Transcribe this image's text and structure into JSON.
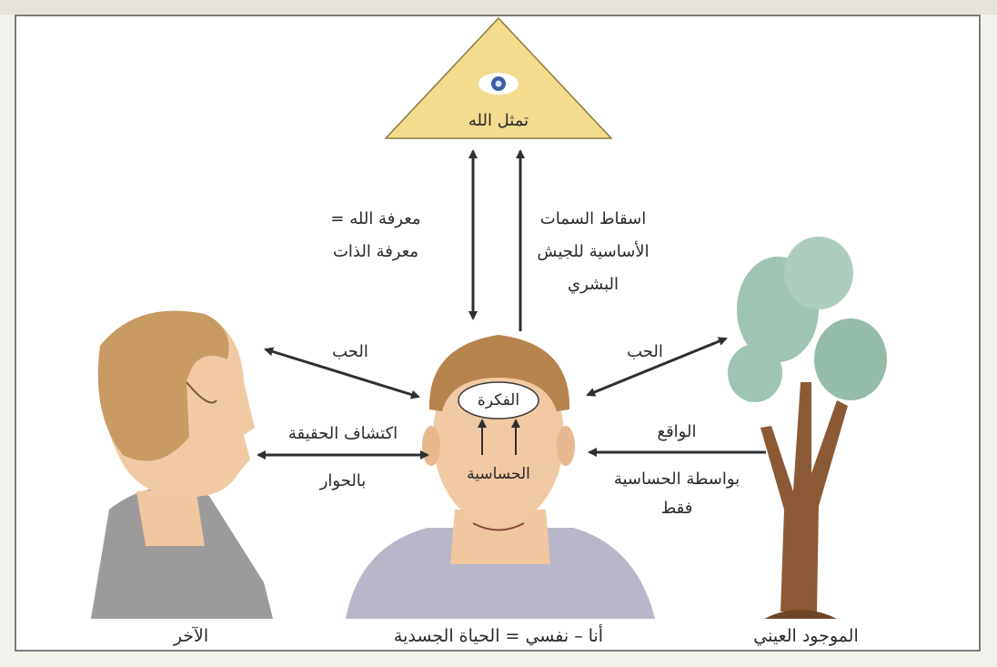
{
  "pyramid": {
    "label": "تمثل الله"
  },
  "labels": {
    "knowledge_line1": "معرفة الله =",
    "knowledge_line2": "معرفة الذات",
    "projection_line1": "اسقاط السمات",
    "projection_line2": "الأساسية للجيش",
    "projection_line3": "البشري",
    "love_left": "الحب",
    "love_right": "الحب",
    "discovery_line1": "اكتشاف الحقيقة",
    "discovery_line2": "بالحوار",
    "reality_line1": "الواقع",
    "reality_line2": "بواسطة الحساسية",
    "reality_line3": "فقط",
    "thought": "الفكرة",
    "sensitivity": "الحساسية"
  },
  "captions": {
    "other": "الآخر",
    "self": "أنا – نفسي = الحياة الجسدية",
    "concrete": "الموجود العيني"
  },
  "colors": {
    "pyramid_fill": "#f2dc8e",
    "eye_iris": "#3d5fa8",
    "skin": "#f1c9a3",
    "hair": "#b7834d",
    "tree_leaves": "#9fc4b3",
    "tree_trunk": "#8b5a34",
    "arrow": "#2f2f2f"
  },
  "icons": [
    "eye-icon",
    "tree-illustration",
    "head-illustration",
    "profile-illustration"
  ]
}
